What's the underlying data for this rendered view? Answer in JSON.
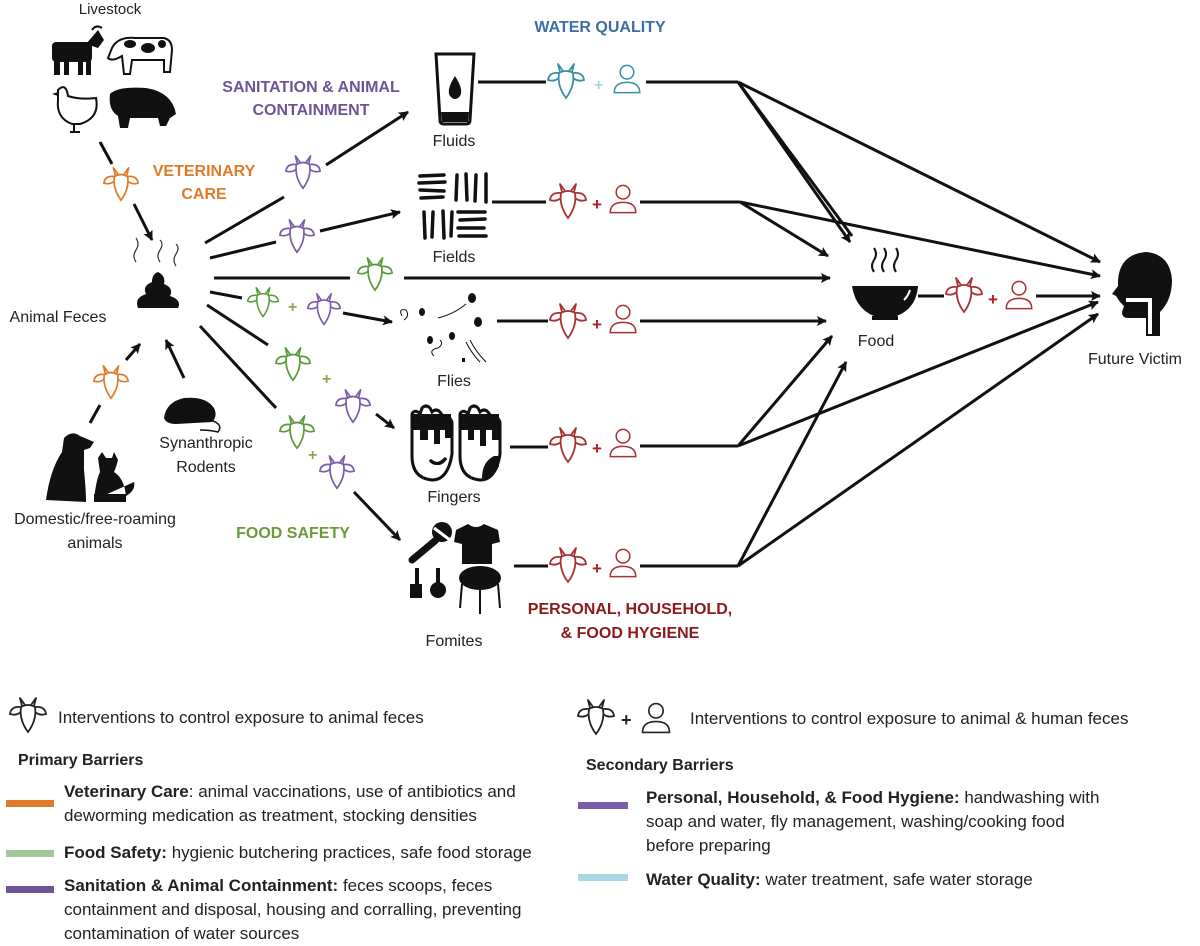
{
  "colors": {
    "veterinary": "#e07b2a",
    "food_safety": "#5a9a3a",
    "food_safety_legend": "#a3c99a",
    "sanitation": "#7a5ca8",
    "hygiene": "#a83232",
    "hygiene_text": "#8b1a1a",
    "water": "#3a8fa0",
    "water_legend": "#a9d6e0",
    "water_title": "#3d6ea8",
    "sanitation_legend": "#6e5496",
    "line": "#111111"
  },
  "nodes": {
    "livestock": "Livestock",
    "animal_feces": "Animal Feces",
    "rodents_line1": "Synanthropic",
    "rodents_line2": "Rodents",
    "domestic_line1": "Domestic/free-roaming",
    "domestic_line2": "animals",
    "fluids": "Fluids",
    "fields": "Fields",
    "flies": "Flies",
    "fingers": "Fingers",
    "fomites": "Fomites",
    "food": "Food",
    "future_victim": "Future Victim"
  },
  "barrier_labels": {
    "water_quality": "WATER QUALITY",
    "sanitation_line1": "SANITATION & ANIMAL",
    "sanitation_line2": "CONTAINMENT",
    "veterinary_line1": "VETERINARY",
    "veterinary_line2": "CARE",
    "food_safety": "FOOD SAFETY",
    "hygiene_line1": "PERSONAL, HOUSEHOLD,",
    "hygiene_line2": "& FOOD HYGIENE"
  },
  "plus_sign": "+",
  "legend": {
    "animal_icon_text": "Interventions to control exposure to animal feces",
    "animal_human_icon_text": "Interventions to control exposure to animal & human feces",
    "primary_title": "Primary Barriers",
    "secondary_title": "Secondary Barriers",
    "primary": [
      {
        "name": "Veterinary Care",
        "sep": ": ",
        "desc_line1": "animal vaccinations, use of antibiotics and",
        "desc_line2": "deworming medication as treatment, stocking densities",
        "desc_line3": ""
      },
      {
        "name": "Food Safety:",
        "sep": " ",
        "desc_line1": "hygienic butchering practices, safe food storage",
        "desc_line2": "",
        "desc_line3": ""
      },
      {
        "name": "Sanitation & Animal Containment:",
        "sep": " ",
        "desc_line1": "feces scoops, feces",
        "desc_line2": "containment and disposal, housing and corralling, preventing",
        "desc_line3": "contamination of water sources"
      }
    ],
    "secondary": [
      {
        "name": "Personal, Household, & Food Hygiene:",
        "sep": " ",
        "desc_line1": "handwashing with",
        "desc_line2": "soap and water, fly management, washing/cooking food",
        "desc_line3": "before preparing"
      },
      {
        "name": "Water Quality:",
        "sep": " ",
        "desc_line1": "water treatment, safe water storage",
        "desc_line2": "",
        "desc_line3": ""
      }
    ]
  }
}
